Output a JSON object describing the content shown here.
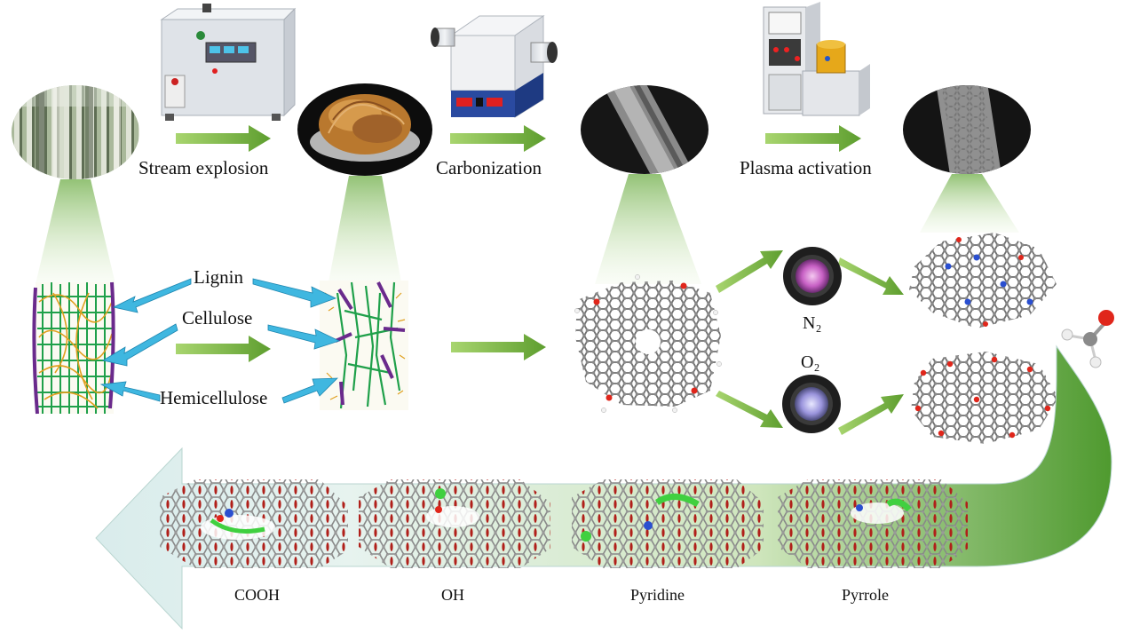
{
  "steps": {
    "step1": "Stream explosion",
    "step2": "Carbonization",
    "step3": "Plasma activation"
  },
  "components": {
    "lignin": "Lignin",
    "cellulose": "Cellulose",
    "hemicellulose": "Hemicellulose"
  },
  "gases": {
    "n2": "N₂",
    "o2": "O₂"
  },
  "groups": [
    "COOH",
    "OH",
    "Pyridine",
    "Pyrrole"
  ],
  "colors": {
    "arrow_green": "#7ab648",
    "cyan_arrow": "#3fb7e0",
    "lignin_purple": "#6a2a8c",
    "cellulose_green": "#1fa04a",
    "hemi_orange": "#e0a020",
    "carbon_gray": "#7a7a7a",
    "oxygen_red": "#e0261b",
    "nitrogen_blue": "#2a4fd0"
  }
}
